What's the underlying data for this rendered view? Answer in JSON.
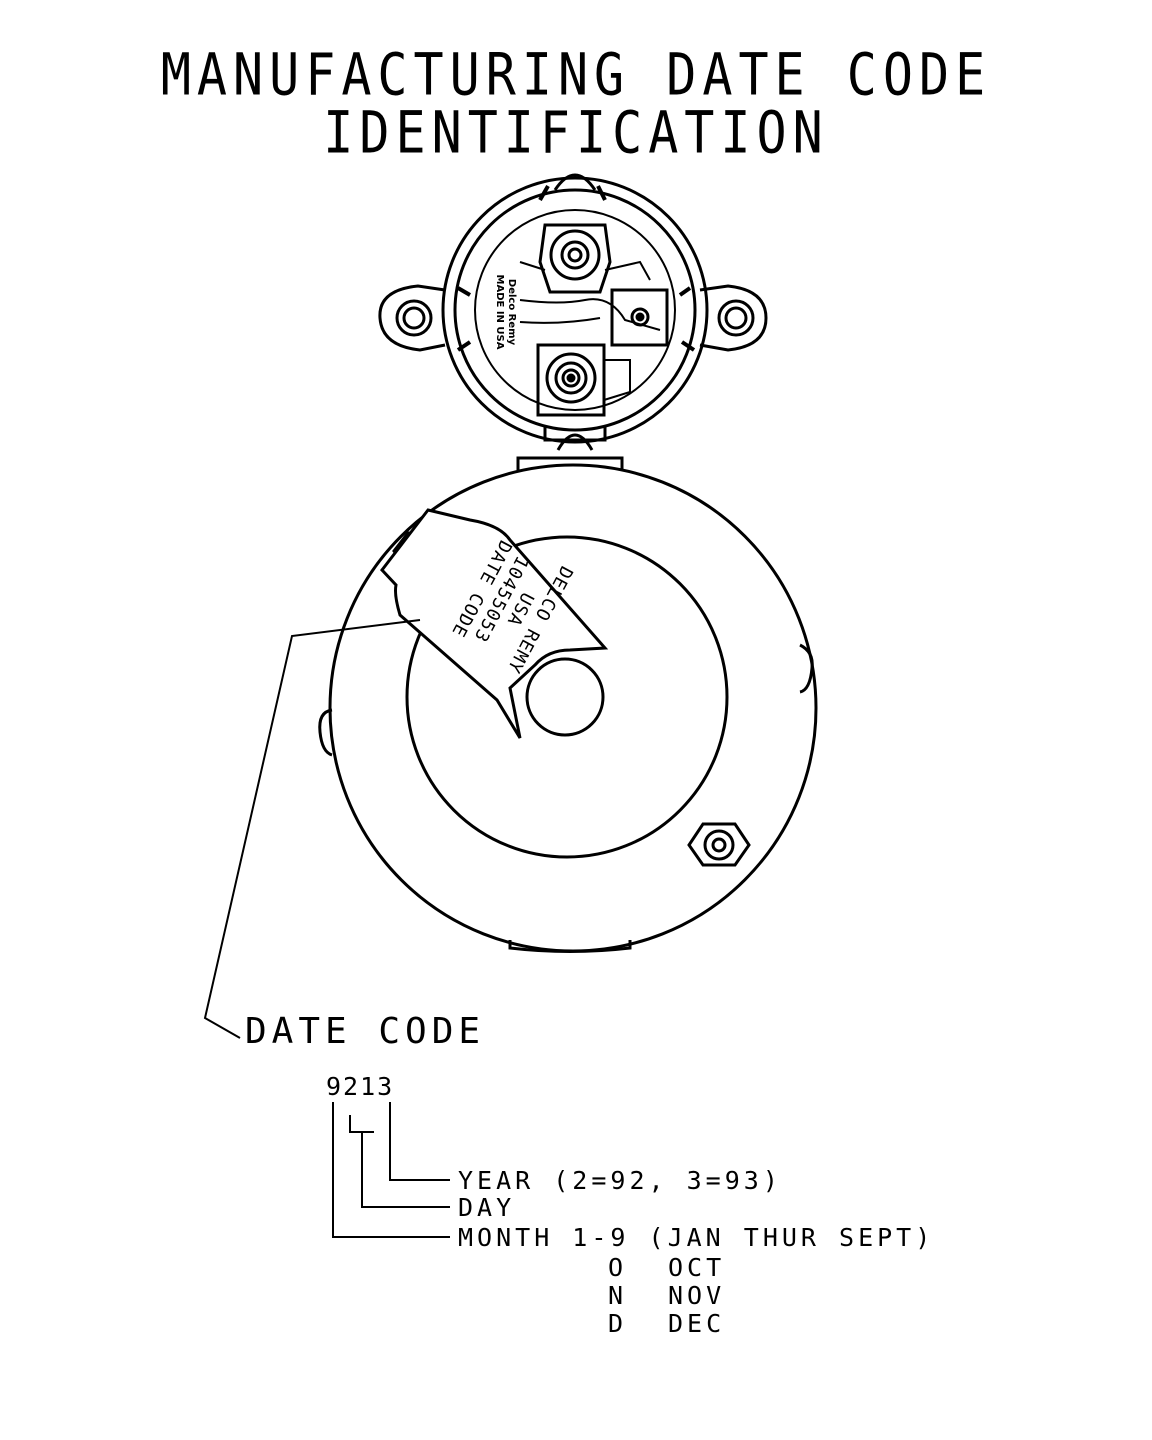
{
  "title": {
    "line1": "MANUFACTURING DATE CODE",
    "line2": "IDENTIFICATION"
  },
  "solenoid_plate_text": {
    "line1": "Delco Remy",
    "line2": "MADE IN USA"
  },
  "tag": {
    "line1": "DELCO REMY",
    "line2": "USA",
    "line3": "10455053",
    "line4": "DATE CODE"
  },
  "callout": {
    "label": "DATE CODE",
    "example": "9213"
  },
  "legend": {
    "year": "YEAR (2=92, 3=93)",
    "day": "DAY",
    "month": "MONTH 1-9 (JAN THUR SEPT)",
    "months_extra": [
      {
        "code": "O",
        "name": "OCT"
      },
      {
        "code": "N",
        "name": "NOV"
      },
      {
        "code": "D",
        "name": "DEC"
      }
    ]
  }
}
